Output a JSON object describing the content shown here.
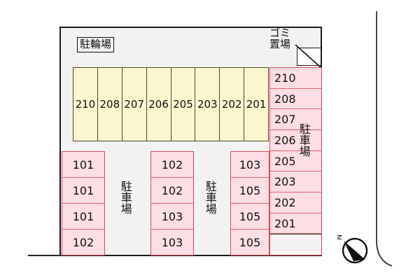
{
  "plan": {
    "bicycle_parking": {
      "label": "駐輪場",
      "slots": [
        "210",
        "208",
        "207",
        "206",
        "205",
        "203",
        "202",
        "201"
      ]
    },
    "garbage_area": {
      "line1": "ゴミ",
      "line2": "置場"
    },
    "parking_caption": "駐車場",
    "columns": {
      "left": {
        "caption": "駐車場",
        "stalls": [
          "101",
          "101",
          "101",
          "102"
        ]
      },
      "middle": {
        "caption": "駐車場",
        "stalls": [
          "102",
          "102",
          "103",
          "103"
        ]
      },
      "third": {
        "stalls": [
          "103",
          "105",
          "105",
          "105"
        ]
      },
      "right": {
        "caption": "駐車場",
        "stalls": [
          "210",
          "208",
          "207",
          "206",
          "205",
          "203",
          "202",
          "201",
          ""
        ]
      }
    },
    "compass": {
      "north_label": "N"
    }
  },
  "colors": {
    "bicycle_fill": "#fbf6cd",
    "bicycle_stroke": "#4a4a2a",
    "stall_fill": "#fcdee4",
    "stall_stroke": "#d94a5a",
    "site_fill": "#f2f2f2",
    "outline": "#1a1a1a"
  }
}
